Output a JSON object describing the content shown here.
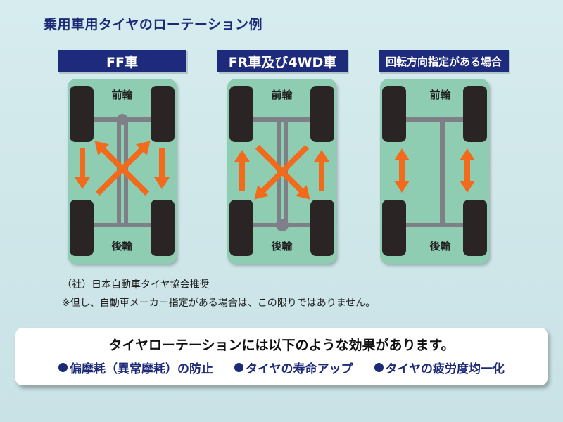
{
  "title": "乗用車用タイヤのローテーション例",
  "panels": [
    {
      "heading": "FF車",
      "front_label": "前輪",
      "rear_label": "後輪"
    },
    {
      "heading": "FR車及び4WD車",
      "front_label": "前輪",
      "rear_label": "後輪"
    },
    {
      "heading": "回転方向指定がある場合",
      "front_label": "前輪",
      "rear_label": "後輪"
    }
  ],
  "notes": [
    "（社）日本自動車タイヤ協会推奨",
    "※但し、自動車メーカー指定がある場合は、この限りではありません。"
  ],
  "effects": {
    "heading": "タイヤローテーションには以下のような効果があります。",
    "items": [
      "偏摩耗（異常摩耗）の防止",
      "タイヤの寿命アップ",
      "タイヤの疲労度均一化"
    ]
  },
  "colors": {
    "navy": "#1e2a7b",
    "panel_green": "#8fcdb3",
    "tire": "#2a2424",
    "axle": "#7f7f88",
    "arrow": "#f26a1b"
  }
}
